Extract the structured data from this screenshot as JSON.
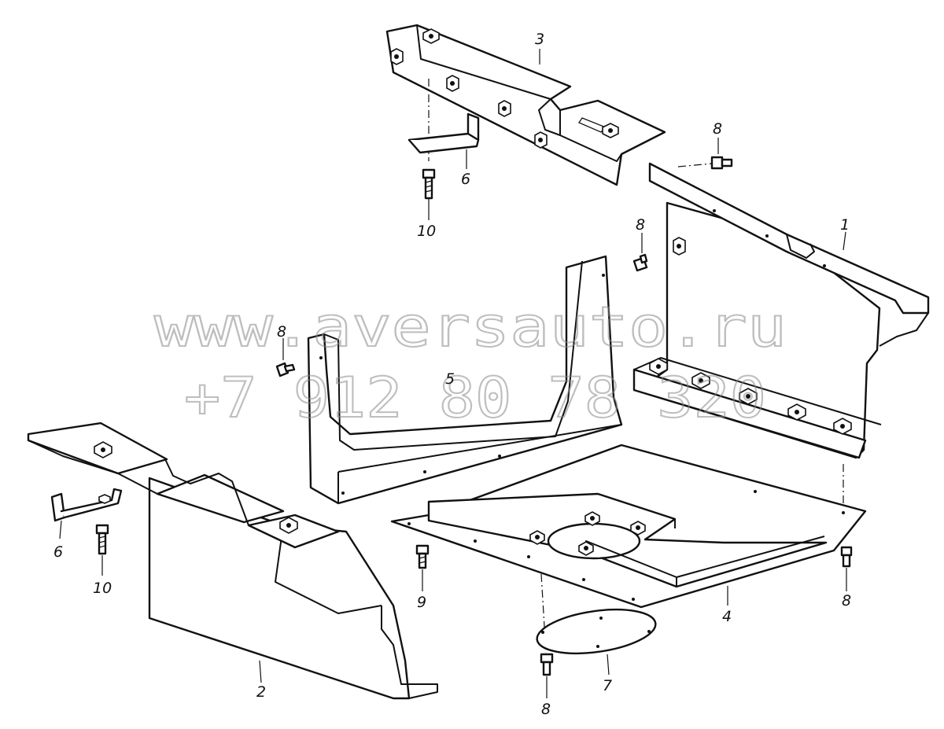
{
  "diagram": {
    "labels": [
      {
        "id": "part-1",
        "text": "1"
      },
      {
        "id": "part-2",
        "text": "2"
      },
      {
        "id": "part-3",
        "text": "3"
      },
      {
        "id": "part-4",
        "text": "4"
      },
      {
        "id": "part-5",
        "text": "5"
      },
      {
        "id": "part-6a",
        "text": "6"
      },
      {
        "id": "part-6b",
        "text": "6"
      },
      {
        "id": "part-7",
        "text": "7"
      },
      {
        "id": "part-8a",
        "text": "8"
      },
      {
        "id": "part-8b",
        "text": "8"
      },
      {
        "id": "part-8c",
        "text": "8"
      },
      {
        "id": "part-8d",
        "text": "8"
      },
      {
        "id": "part-8e",
        "text": "8"
      },
      {
        "id": "part-9",
        "text": "9"
      },
      {
        "id": "part-10a",
        "text": "10"
      },
      {
        "id": "part-10b",
        "text": "10"
      }
    ]
  },
  "watermark": {
    "line1": "www.aversauto.ru",
    "line2": "+7 912 80 78 320"
  }
}
